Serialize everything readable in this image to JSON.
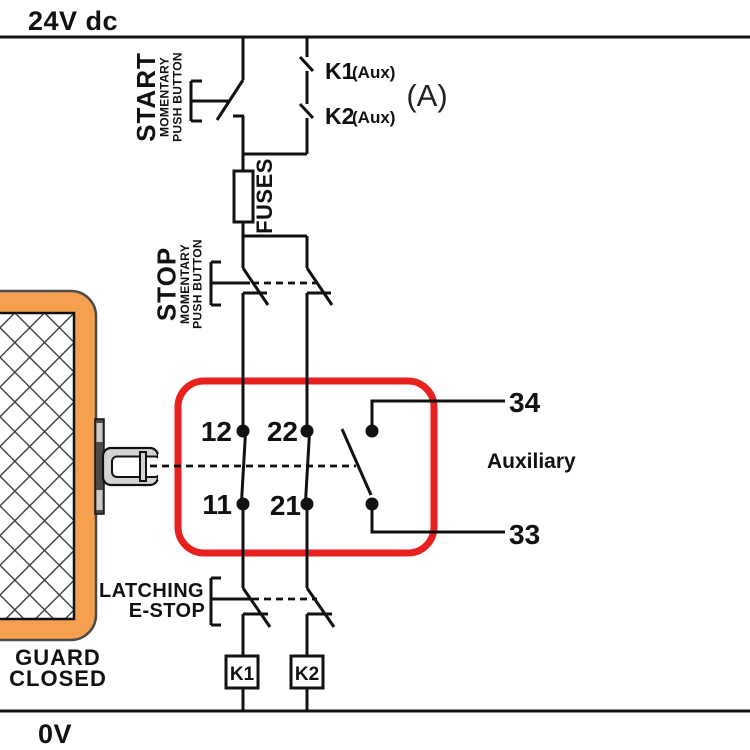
{
  "colors": {
    "highlight_red": "#E8201E",
    "guard_orange": "#F5A04F",
    "line_black": "#111111"
  },
  "power": {
    "top_rail_label": "24V dc",
    "bottom_rail_label": "0V"
  },
  "start_button": {
    "name": "START",
    "sub1": "MOMENTARY",
    "sub2": "PUSH BUTTON"
  },
  "stop_button": {
    "name": "STOP",
    "sub1": "MOMENTARY",
    "sub2": "PUSH BUTTON"
  },
  "estop": {
    "line1": "LATCHING",
    "line2": "E-STOP"
  },
  "fuses_label": "FUSES",
  "aux_feedback_contacts": [
    {
      "label": "K1",
      "qualifier": "(Aux)"
    },
    {
      "label": "K2",
      "qualifier": "(Aux)"
    }
  ],
  "section_annotation": "(A)",
  "interlock_switch": {
    "terminals": {
      "t12": "12",
      "t22": "22",
      "t11": "11",
      "t21": "21",
      "t34": "34",
      "t33": "33"
    },
    "aux_label": "Auxiliary"
  },
  "guard": {
    "status_line1": "GUARD",
    "status_line2": "CLOSED"
  },
  "relay_coils": [
    {
      "label": "K1"
    },
    {
      "label": "K2"
    }
  ]
}
